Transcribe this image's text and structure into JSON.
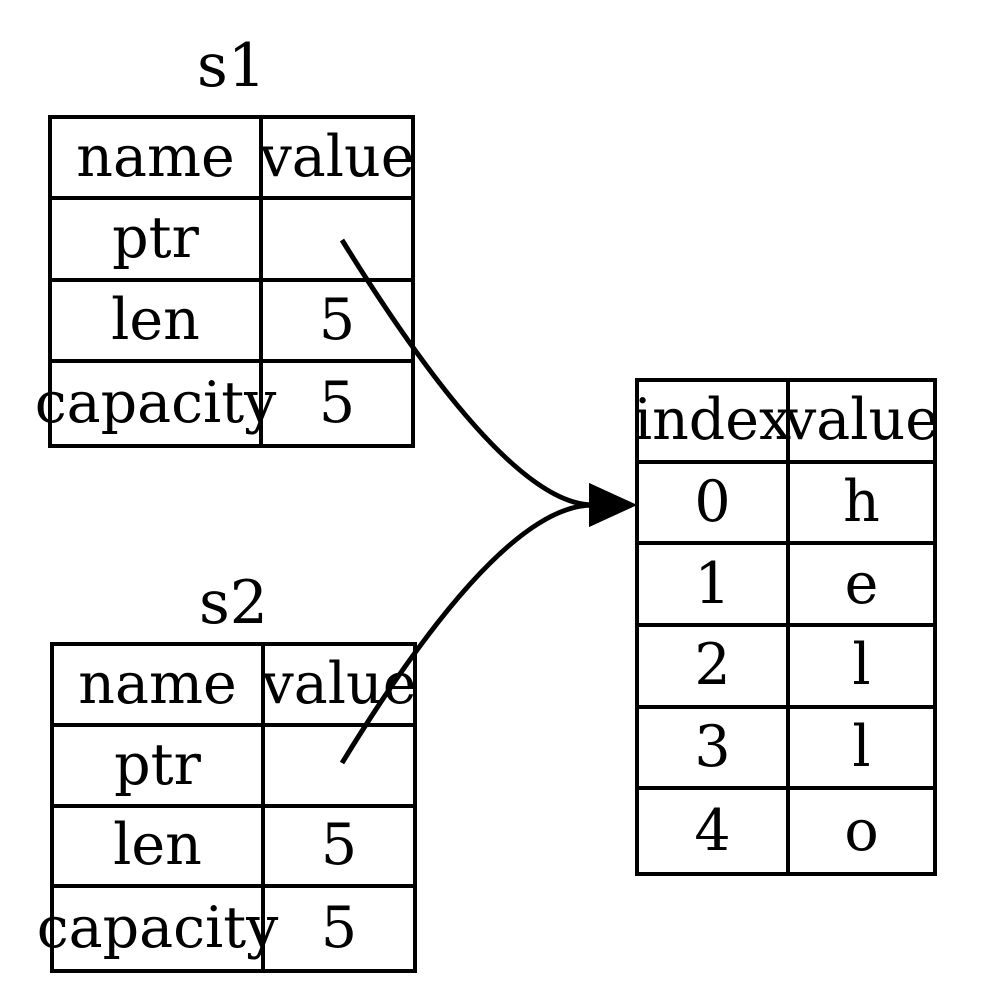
{
  "diagram": {
    "description": "Two string structs s1 and s2 whose ptr fields point to the same heap buffer containing hello",
    "background_color": "#ffffff",
    "line_color": "#000000"
  },
  "s1": {
    "title": "s1",
    "header": {
      "col1": "name",
      "col2": "value"
    },
    "rows": [
      {
        "name": "ptr",
        "value": ""
      },
      {
        "name": "len",
        "value": "5"
      },
      {
        "name": "capacity",
        "value": "5"
      }
    ]
  },
  "s2": {
    "title": "s2",
    "header": {
      "col1": "name",
      "col2": "value"
    },
    "rows": [
      {
        "name": "ptr",
        "value": ""
      },
      {
        "name": "len",
        "value": "5"
      },
      {
        "name": "capacity",
        "value": "5"
      }
    ]
  },
  "heap": {
    "header": {
      "col1": "index",
      "col2": "value"
    },
    "rows": [
      {
        "index": "0",
        "value": "h"
      },
      {
        "index": "1",
        "value": "e"
      },
      {
        "index": "2",
        "value": "l"
      },
      {
        "index": "3",
        "value": "l"
      },
      {
        "index": "4",
        "value": "o"
      }
    ]
  },
  "arrows": [
    {
      "from": "s1.ptr",
      "to": "heap.row0"
    },
    {
      "from": "s2.ptr",
      "to": "heap.row0"
    }
  ]
}
